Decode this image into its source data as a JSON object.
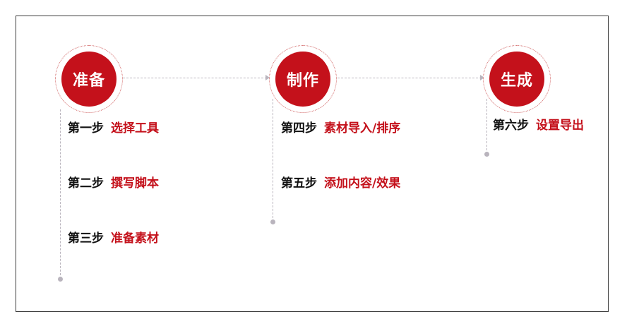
{
  "stages": [
    {
      "title": "准备",
      "steps": [
        {
          "num": "第一步",
          "name": "选择工具"
        },
        {
          "num": "第二步",
          "name": "撰写脚本"
        },
        {
          "num": "第三步",
          "name": "准备素材"
        }
      ]
    },
    {
      "title": "制作",
      "steps": [
        {
          "num": "第四步",
          "name": "素材导入/排序"
        },
        {
          "num": "第五步",
          "name": "添加内容/效果"
        }
      ]
    },
    {
      "title": "生成",
      "steps": [
        {
          "num": "第六步",
          "name": "设置导出"
        }
      ]
    }
  ],
  "colors": {
    "accent": "#c4111b",
    "connector": "#b9b4bd",
    "text": "#111111"
  }
}
